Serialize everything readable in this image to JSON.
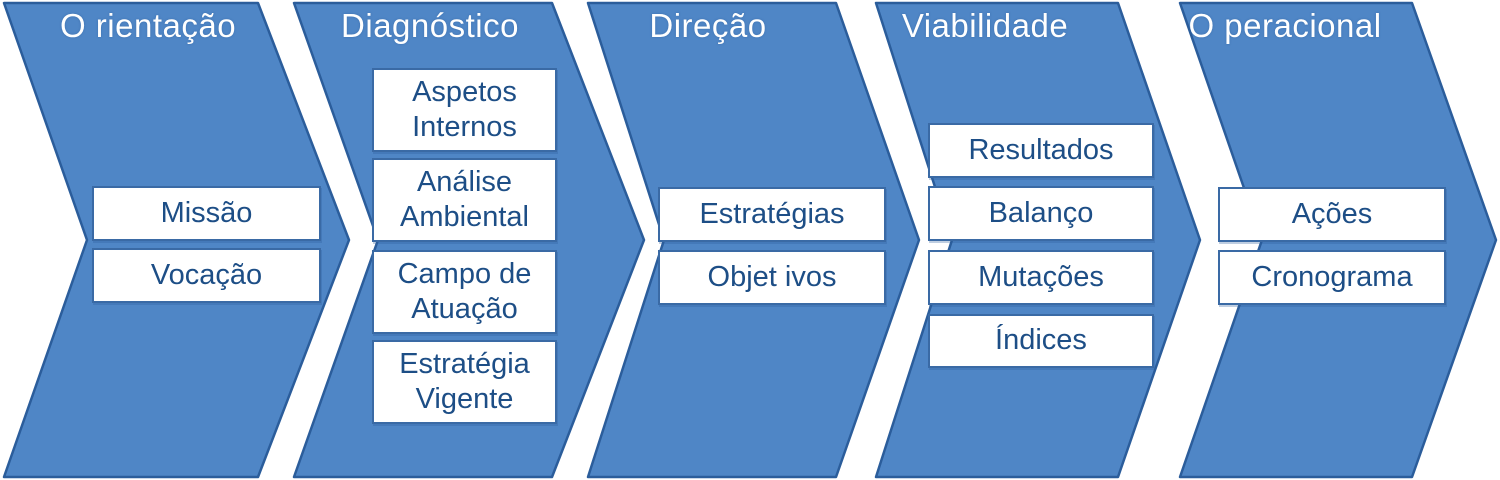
{
  "colors": {
    "chevron_fill": "#4f86c6",
    "chevron_border": "#2b5d9b",
    "box_bg": "#ffffff",
    "box_border": "#3a6aa5",
    "box_text": "#1d4e86",
    "title_text": "#ffffff"
  },
  "stages": [
    {
      "title": "O rientação",
      "boxes": [
        "Missão",
        "Vocação"
      ]
    },
    {
      "title": "Diagnóstico",
      "boxes": [
        "Aspetos Internos",
        "Análise Ambiental",
        "Campo de Atuação",
        "Estratégia Vigente"
      ]
    },
    {
      "title": "Direção",
      "boxes": [
        "Estratégias",
        "Objet ivos"
      ]
    },
    {
      "title": "Viabilidade",
      "boxes": [
        "Resultados",
        "Balanço",
        "Mutações",
        "Índices"
      ]
    },
    {
      "title": "O peracional",
      "boxes": [
        "Ações",
        "Cronograma"
      ]
    }
  ]
}
